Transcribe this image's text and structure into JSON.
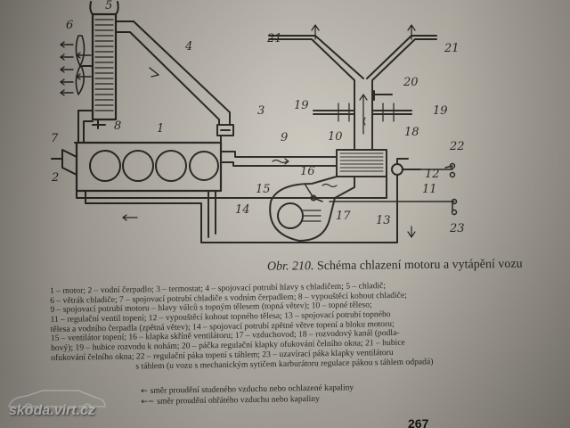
{
  "diagram": {
    "labels": [
      "1",
      "2",
      "3",
      "4",
      "5",
      "6",
      "7",
      "8",
      "9",
      "10",
      "11",
      "12",
      "13",
      "14",
      "15",
      "16",
      "17",
      "18",
      "19",
      "19",
      "20",
      "21",
      "21",
      "22",
      "23"
    ],
    "colors": {
      "ink": "#1e1c19",
      "paper": "#c6c1b7"
    }
  },
  "caption": {
    "prefix": "Obr. 210.",
    "title": "Schéma chlazení motoru a vytápění vozu"
  },
  "legend": {
    "lines": [
      "1 – motor; 2 – vodní čerpadlo; 3 – termostat; 4 – spojovací potrubí hlavy s chladičem; 5 – chladič;",
      "6 – větrák chladiče; 7 – spojovací potrubí chladiče s vodním čerpadlem; 8 – vypouštěcí kohout chladiče;",
      "9 – spojovací potrubí motoru – hlavy válců s topným tělesem (topná větev); 10 – topné těleso;",
      "11 – regulační ventil topení; 12 – vypouštěcí kohout topného tělesa; 13 – spojovací potrubí topného",
      "tělesa a vodního čerpadla (zpětná větev); 14 – spojovací potrubí zpětné větve topení a bloku motoru;",
      "15 – ventilátor topení; 16 – klapka skříně ventilátoru; 17 – vzduchovod; 18 – rozvodový kanál (podla-",
      "hový); 19 – hubice rozvodu k nohám; 20 – páčka regulační klapky ofukování čelního okna; 21 – hubice",
      "ofukování čelního okna; 22 – regulační páka topení s táhlem; 23 – uzavírací páka klapky ventilátoru",
      "s táhlem (u vozu s mechanickým sytičem karburátoru regulace pákou s táhlem odpadá)"
    ]
  },
  "arrow_legend": [
    {
      "symbol": "←",
      "text": "směr proudění studeného vzduchu nebo ochlazené kapaliny"
    },
    {
      "symbol": "←∼",
      "text": "směr proudění ohřátého vzduchu nebo kapaliny"
    }
  ],
  "page_number": "267",
  "watermark": "skoda.virt.cz"
}
